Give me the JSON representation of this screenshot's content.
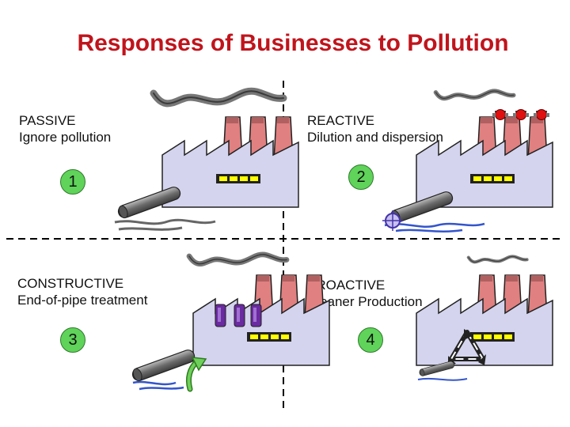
{
  "title": "Responses of Businesses to Pollution",
  "quadrants": [
    {
      "heading": "PASSIVE",
      "subheading": "Ignore pollution",
      "number": "1"
    },
    {
      "heading": "REACTIVE",
      "subheading": "Dilution and dispersion",
      "number": "2"
    },
    {
      "heading": "CONSTRUCTIVE",
      "subheading": "End-of-pipe treatment",
      "number": "3"
    },
    {
      "heading": "PROACTIVE",
      "subheading": "Cleaner Production",
      "number": "4"
    }
  ],
  "colors": {
    "title": "#c0141c",
    "badge": "#5fd35a",
    "factory": "#d4d4ee",
    "chimney": "#e08080",
    "smoke": "#777777",
    "window": "#ffff00",
    "water": "#3355cc",
    "filter": "#6a2aa0",
    "valve": "#e01010",
    "arrow": "#44aa33"
  },
  "icons": [
    "factory-icon",
    "smoke-icon",
    "pipe-icon",
    "valve-icon",
    "filter-icon",
    "recycle-icon",
    "crosshair-icon",
    "return-arrow-icon"
  ]
}
